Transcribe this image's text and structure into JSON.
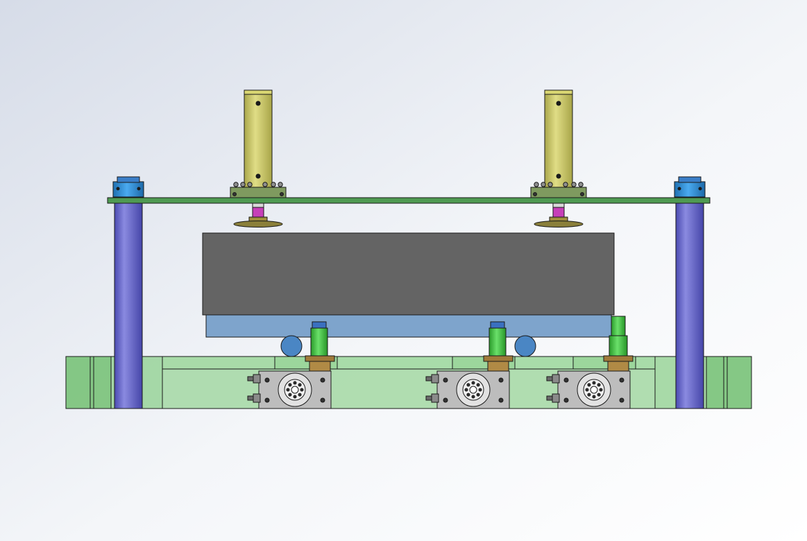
{
  "colors": {
    "background_top": "#dfe5ee",
    "background_bottom": "#ffffff",
    "outline": "#1a1a1a",
    "top_plate": "#4f9a52",
    "guide_post": "#5f5fc8",
    "guide_bushing": "#2f8fd6",
    "cylinder_body": "#c9c65f",
    "cylinder_flange": "#7f9a5f",
    "pad_stem": "#c63fb8",
    "pad_disc": "#8a7f3a",
    "workpiece": "#646464",
    "carrier_plate": "#7ea4cc",
    "roller": "#4a86c4",
    "pin": "#3ab83a",
    "pin_cap": "#3a70c0",
    "nut": "#a07a3a",
    "base_plate": "#8ccf8c",
    "rotary_actuator": "#bdbdbd",
    "actuator_hub": "#e2e2e2",
    "bolt": "#333333"
  },
  "assembly": {
    "guide_posts": [
      "left",
      "right"
    ],
    "top_cylinders": [
      "left",
      "right"
    ],
    "locating_units": [
      "left",
      "center",
      "right"
    ],
    "rollers": [
      "left",
      "right"
    ]
  }
}
